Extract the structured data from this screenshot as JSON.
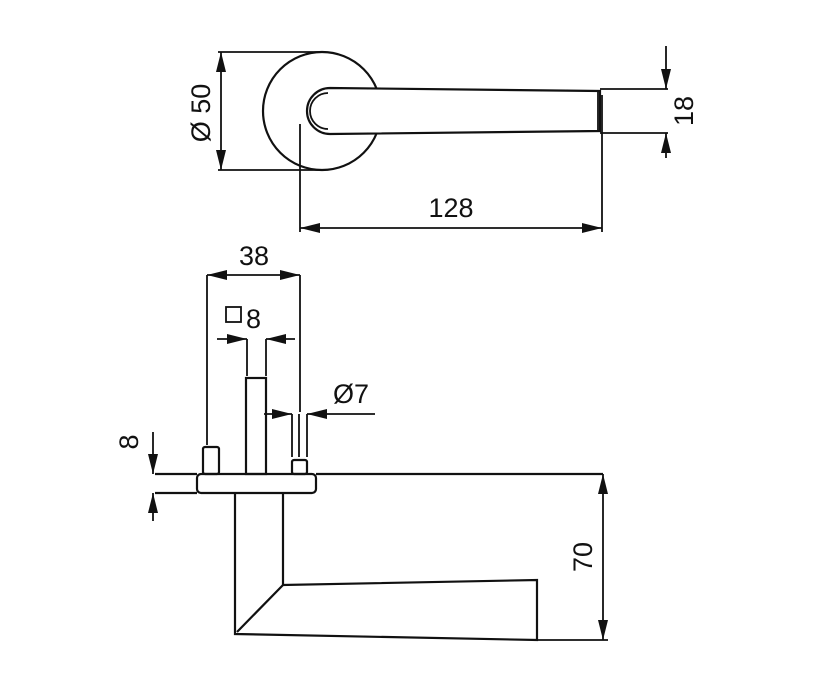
{
  "drawing": {
    "top_view": {
      "rosette_diameter_label": "Ø 50",
      "lever_thickness_label": "18",
      "lever_length_label": "128"
    },
    "side_view": {
      "pin_spacing_label": "38",
      "spindle_label": "8",
      "pin_diameter_label": "Ø7",
      "rosette_thickness_label": "8",
      "handle_height_label": "70"
    },
    "colors": {
      "line": "#111111",
      "background": "#ffffff"
    }
  }
}
